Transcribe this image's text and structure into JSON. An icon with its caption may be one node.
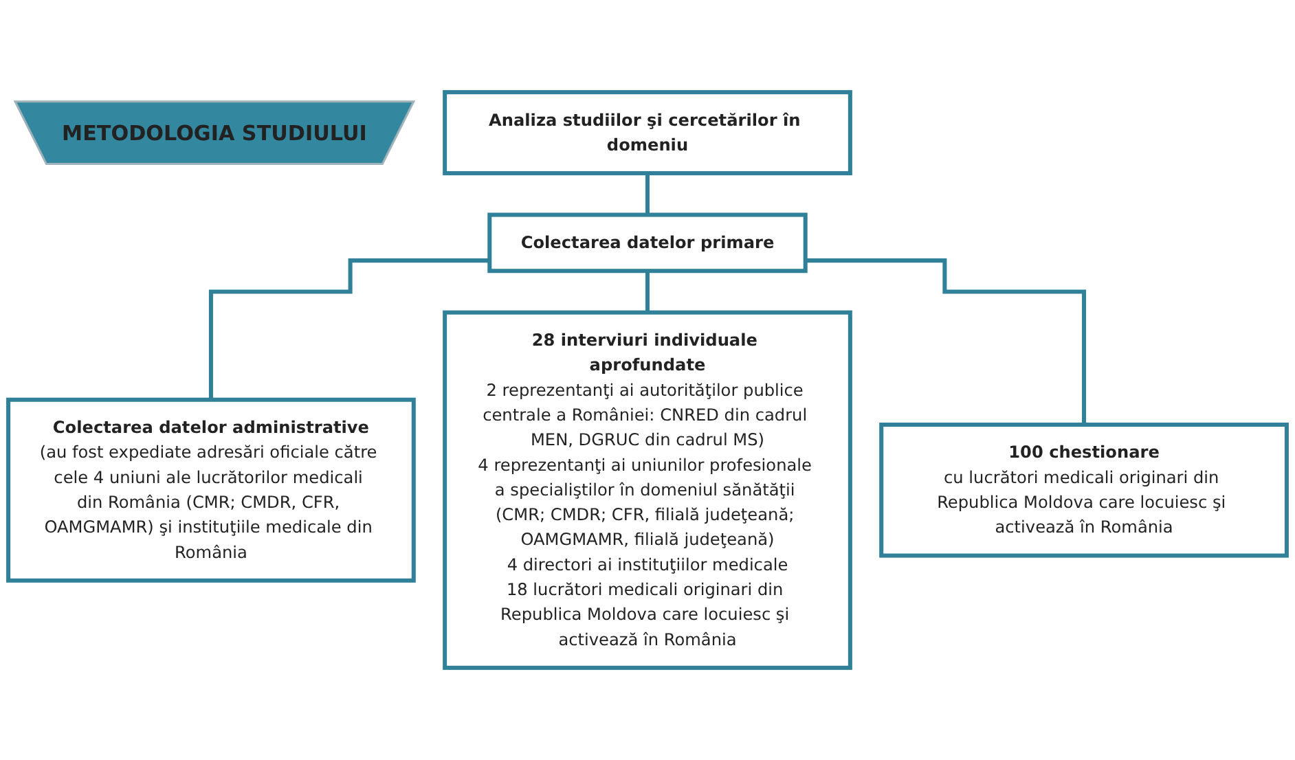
{
  "diagram": {
    "nodes": [
      {
        "text": [
          "METODOLOGIA STUDIULUI"
        ]
      },
      {
        "text": [
          "Analiza studiilor şi cercetărilor în domeniu"
        ]
      },
      {
        "text": [
          "Colectarea datelor primare"
        ]
      },
      {
        "text": [
          "Colectarea datelor administrative",
          "(au fost expediate adresări oficiale către cele 4 uniuni ale lucrătorilor medicali din România (CMR; CMDR, CFR, OAMGMAMR) şi instituţiile medicale din România"
        ]
      },
      {
        "text": [
          "28 interviuri individuale aprofundate",
          "2 reprezentanţi ai autorităţilor publice centrale a României: CNRED din cadrul MEN, DGRUC din cadrul MS)",
          "4 reprezentanţi ai uniunilor profesionale a specialiştilor în domeniul sănătăţii (CMR; CMDR; CFR, filială judeţeană; OAMGMAMR, filială judeţeană)",
          "4 directori ai instituţiilor medicale",
          "18 lucrători medicali originari din Republica Moldova care locuiesc şi activează în România"
        ]
      },
      {
        "text": [
          "100 chestionare",
          "cu lucrători medicali originari din Republica Moldova care locuiesc şi activează în România"
        ]
      }
    ],
    "edges": [
      {
        "from": 1,
        "to": 2,
        "arrow": "none"
      },
      {
        "from": 2,
        "to": 3,
        "arrow": "none"
      },
      {
        "from": 2,
        "to": 4,
        "arrow": "none"
      },
      {
        "from": 2,
        "to": 5,
        "arrow": "none"
      }
    ]
  }
}
